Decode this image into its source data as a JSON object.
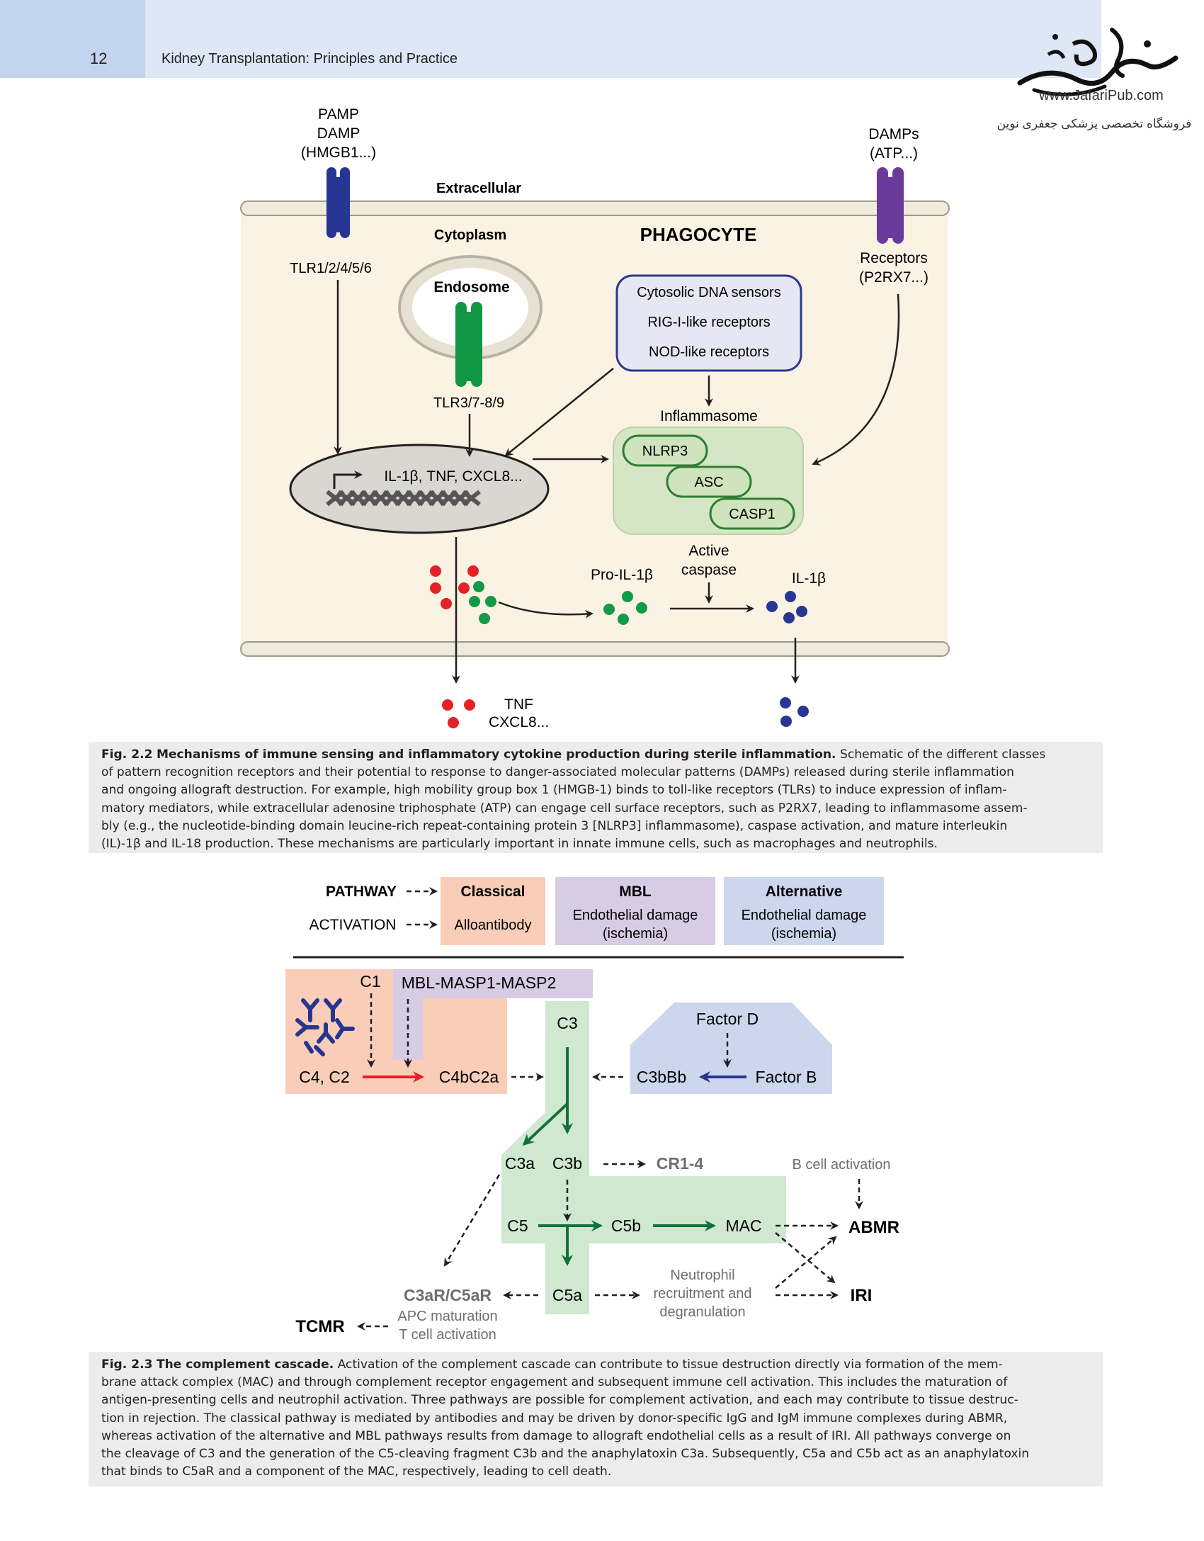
{
  "header": {
    "page_number": "12",
    "running_title": "Kidney Transplantation: Principles and Practice"
  },
  "watermark": {
    "url": "www.JafariPub.com",
    "tagline": "فروشگاه تخصصی پزشکی جعفری نوین"
  },
  "fig22": {
    "ligand_left_1": "PAMP",
    "ligand_left_2": "DAMP",
    "ligand_left_3": "(HMGB1...)",
    "ligand_right_1": "DAMPs",
    "ligand_right_2": "(ATP...)",
    "extracellular": "Extracellular",
    "cytoplasm": "Cytoplasm",
    "phagocyte": "PHAGOCYTE",
    "tlr_surface": "TLR1/2/4/5/6",
    "endosome": "Endosome",
    "tlr_endo": "TLR3/7-8/9",
    "sensors": [
      "Cytosolic DNA sensors",
      "RIG-I-like receptors",
      "NOD-like receptors"
    ],
    "receptors_1": "Receptors",
    "receptors_2": "(P2RX7...)",
    "inflammasome": "Inflammasome",
    "nlrp3": "NLRP3",
    "asc": "ASC",
    "casp1": "CASP1",
    "genes": "IL-1β, TNF, CXCL8...",
    "pro_il1b": "Pro-IL-1β",
    "active_1": "Active",
    "active_2": "caspase",
    "il1b": "IL-1β",
    "out_1": "TNF",
    "out_2": "CXCL8...",
    "colors": {
      "cell": "#faf2e2",
      "membrane": "#efeadc",
      "tlr_surface": "#263591",
      "tlr_endo": "#119644",
      "p2rx7": "#6a3a9b",
      "sensor_border": "#2b3990",
      "inflam_fill": "#d5e6c6",
      "inflam_node": "#2e7d32",
      "red": "#e42127",
      "green": "#129a47",
      "navy": "#273691"
    }
  },
  "caption22": {
    "label": "Fig. 2.2",
    "title": "Mechanisms of immune sensing and inflammatory cytokine production during sterile inflammation.",
    "lines": [
      "Schematic of the different classes",
      "of pattern recognition receptors and their potential to response to danger-associated molecular patterns (DAMPs) released during sterile inflammation",
      "and ongoing allograft destruction. For example, high mobility group box 1 (HMGB-1) binds to toll-like receptors (TLRs) to induce expression of inflam-",
      "matory mediators, while extracellular adenosine triphosphate (ATP) can engage cell surface receptors, such as P2RX7, leading to inflammasome assem-",
      "bly (e.g., the nucleotide-binding domain leucine-rich repeat-containing protein 3 [NLRP3] inflammasome), caspase activation, and mature interleukin",
      "(IL)-1β and IL-18 production. These mechanisms are particularly important in innate immune cells, such as macrophages and neutrophils."
    ]
  },
  "fig23": {
    "legend": {
      "pathway_label": "PATHWAY",
      "activation_label": "ACTIVATION",
      "columns": [
        {
          "title": "Classical",
          "activation": [
            "Alloantibody"
          ],
          "color": "#f9cdb8"
        },
        {
          "title": "MBL",
          "activation": [
            "Endothelial damage",
            "(ischemia)"
          ],
          "color": "#d8cbe4"
        },
        {
          "title": "Alternative",
          "activation": [
            "Endothelial damage",
            "(ischemia)"
          ],
          "color": "#ccd6ec"
        }
      ]
    },
    "nodes": {
      "c1": "C1",
      "mbl": "MBL-MASP1-MASP2",
      "c3": "C3",
      "factor_d": "Factor D",
      "c4c2": "C4, C2",
      "c4bc2a": "C4bC2a",
      "c3bbb": "C3bBb",
      "factor_b": "Factor B",
      "c3a": "C3a",
      "c3b": "C3b",
      "cr14": "CR1-4",
      "b_cell": "B cell activation",
      "c5": "C5",
      "c5b": "C5b",
      "mac": "MAC",
      "abmr": "ABMR",
      "c3ar": "C3aR/C5aR",
      "c5a": "C5a",
      "neut_1": "Neutrophil",
      "neut_2": "recruitment and",
      "neut_3": "degranulation",
      "iri": "IRI",
      "tcmr": "TCMR",
      "apc_1": "APC maturation",
      "apc_2": "T cell activation"
    },
    "colors": {
      "classical": "#f9cdb8",
      "mbl": "#d8cbe4",
      "alternative": "#ccd6ec",
      "c3_band": "#cfe8cf",
      "arrow_green": "#12703a",
      "arrow_red": "#e42127",
      "arrow_navy": "#263591",
      "antibody": "#263591"
    }
  },
  "caption23": {
    "label": "Fig. 2.3",
    "title": "The complement cascade.",
    "lines": [
      "Activation of the complement cascade can contribute to tissue destruction directly via formation of the mem-",
      "brane attack complex (MAC) and through complement receptor engagement and subsequent immune cell activation. This includes the maturation of",
      "antigen-presenting cells and neutrophil activation. Three pathways are possible for complement activation, and each may contribute to tissue destruc-",
      "tion in rejection. The classical pathway is mediated by antibodies and may be driven by donor-specific IgG and IgM immune complexes during ABMR,",
      "whereas activation of the alternative and MBL pathways results from damage to allograft endothelial cells as a result of IRI. All pathways converge on",
      "the cleavage of C3 and the generation of the C5-cleaving fragment C3b and the anaphylatoxin C3a. Subsequently, C5a and C5b act as an anaphylatoxin",
      "that binds to C5aR and a component of the MAC, respectively, leading to cell death."
    ]
  }
}
